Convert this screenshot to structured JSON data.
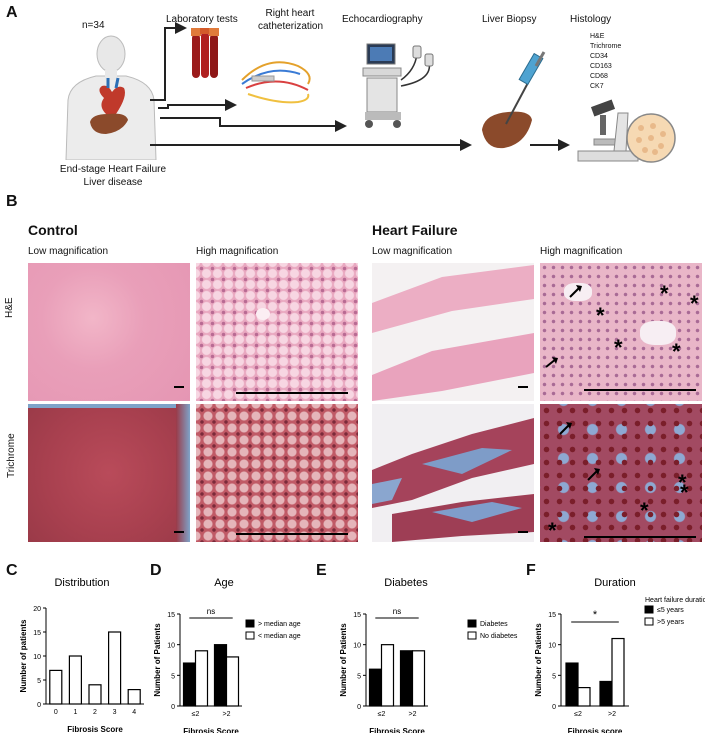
{
  "panelA": {
    "label": "A",
    "n": "n=34",
    "patient_caption": [
      "End-stage Heart Failure",
      "Liver disease"
    ],
    "steps": [
      "Laboratory tests",
      "Right heart catheterization",
      "Echocardiography",
      "Liver Biopsy",
      "Histology"
    ],
    "histology_stains": [
      "H&E",
      "Trichrome",
      "CD34",
      "CD163",
      "CD68",
      "CK7"
    ]
  },
  "panelB": {
    "label": "B",
    "groups": [
      "Control",
      "Heart Failure"
    ],
    "magnifications": [
      "Low magnification",
      "High magnification",
      "Low magnification",
      "High magnification"
    ],
    "rows": [
      "H&E",
      "Trichrome"
    ]
  },
  "panelC": {
    "label": "C",
    "chart_data": {
      "type": "bar",
      "title": "Distribution",
      "categories": [
        "0",
        "1",
        "2",
        "3",
        "4"
      ],
      "values": [
        7,
        10,
        4,
        15,
        3
      ],
      "xlabel": "Fibrosis Score",
      "ylabel": "Number of patients",
      "ylim": [
        0,
        20
      ],
      "yticks": [
        "0",
        "5",
        "10",
        "15",
        "20"
      ]
    }
  },
  "panelD": {
    "label": "D",
    "chart_data": {
      "type": "bar",
      "title": "Age",
      "categories": [
        "≤2",
        ">2"
      ],
      "series": [
        {
          "name": "> median age",
          "values": [
            7,
            10
          ],
          "color": "#000000"
        },
        {
          "name": "< median age",
          "values": [
            9,
            8
          ],
          "color": "#ffffff"
        }
      ],
      "xlabel": "Fibrosis Score",
      "ylabel": "Number of Patients",
      "ylim": [
        0,
        15
      ],
      "yticks": [
        "0",
        "5",
        "10",
        "15"
      ],
      "annotation": "ns"
    }
  },
  "panelE": {
    "label": "E",
    "chart_data": {
      "type": "bar",
      "title": "Diabetes",
      "categories": [
        "≤2",
        ">2"
      ],
      "series": [
        {
          "name": "Diabetes",
          "values": [
            6,
            9
          ],
          "color": "#000000"
        },
        {
          "name": "No diabetes",
          "values": [
            10,
            9
          ],
          "color": "#ffffff"
        }
      ],
      "xlabel": "Fibrosis Score",
      "ylabel": "Number of Patients",
      "ylim": [
        0,
        15
      ],
      "yticks": [
        "0",
        "5",
        "10",
        "15"
      ],
      "annotation": "ns"
    }
  },
  "panelF": {
    "label": "F",
    "chart_data": {
      "type": "bar",
      "title": "Duration",
      "legend_title": "Heart failure duration",
      "categories": [
        "≤2",
        ">2"
      ],
      "series": [
        {
          "name": "≤5 years",
          "values": [
            7,
            4
          ],
          "color": "#000000"
        },
        {
          "name": ">5 years",
          "values": [
            3,
            11
          ],
          "color": "#ffffff"
        }
      ],
      "xlabel": "Fibrosis score",
      "ylabel": "Number of Patients",
      "ylim": [
        0,
        15
      ],
      "yticks": [
        "0",
        "5",
        "10",
        "15"
      ],
      "annotation": "*"
    }
  }
}
